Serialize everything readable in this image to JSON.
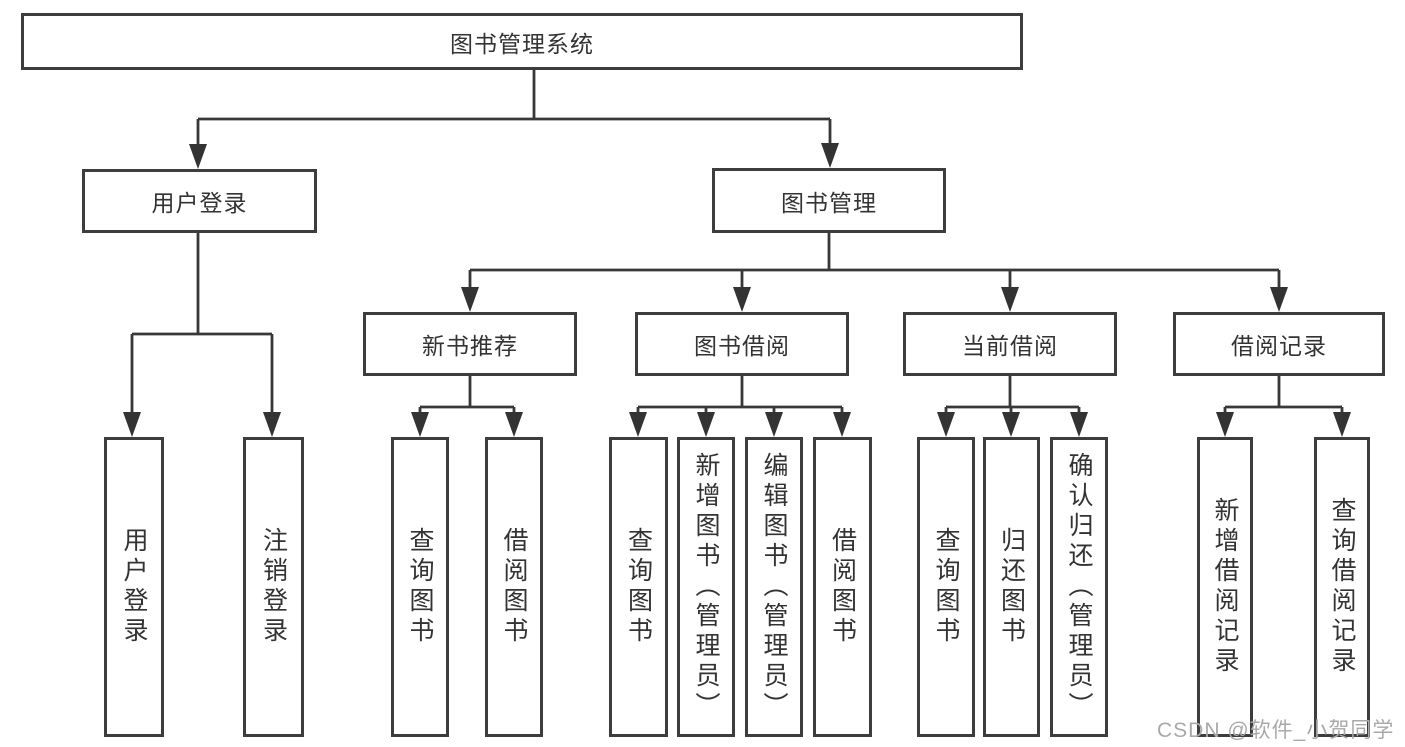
{
  "diagram": {
    "root_label": "图书管理系统",
    "user_login": {
      "label": "用户登录",
      "children": [
        "用户登录",
        "注销登录"
      ]
    },
    "book_management": {
      "label": "图书管理",
      "groups": [
        {
          "label": "新书推荐",
          "children": [
            "查询图书",
            "借阅图书"
          ]
        },
        {
          "label": "图书借阅",
          "children": [
            "查询图书",
            "新增图书（管理员）",
            "编辑图书（管理员）",
            "借阅图书"
          ]
        },
        {
          "label": "当前借阅",
          "children": [
            "查询图书",
            "归还图书",
            "确认归还（管理员）"
          ]
        },
        {
          "label": "借阅记录",
          "children": [
            "新增借阅记录",
            "查询借阅记录"
          ]
        }
      ]
    },
    "colors": {
      "border": "#3d3d3d",
      "line": "#383838",
      "text": "#333333"
    }
  },
  "watermark": "CSDN @软件_小贺同学"
}
